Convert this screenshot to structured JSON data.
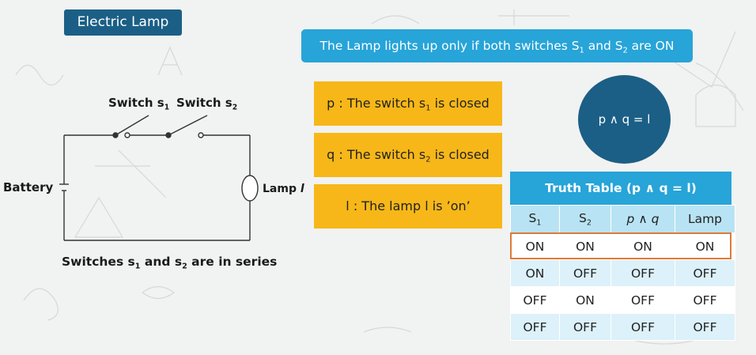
{
  "title": "Electric Lamp",
  "statement": {
    "before": "The Lamp lights up only if both switches S",
    "sub1": "1",
    "middle": " and S",
    "sub2": "2",
    "after": " are ON"
  },
  "circuit": {
    "switch1": {
      "text": "Switch s",
      "sub": "1"
    },
    "switch2": {
      "text": "Switch s",
      "sub": "2"
    },
    "battery": "Battery",
    "lamp": "Lamp",
    "lamp_symbol": "l",
    "caption": {
      "part1": "Switches s",
      "sub1": "1",
      "part2": " and s",
      "sub2": "2",
      "part3": " are in series"
    }
  },
  "propositions": {
    "p": {
      "before": "p : The switch s",
      "sub": "1",
      "after": " is closed"
    },
    "q": {
      "before": "q : The switch s",
      "sub": "2",
      "after": " is closed"
    },
    "l": {
      "text": "l : The lamp l is ’on’"
    }
  },
  "equation": "p ∧ q = l",
  "truth_table": {
    "title": "Truth Table (p ∧ q = l)",
    "headers": [
      {
        "text": "S",
        "sub": "1"
      },
      {
        "text": "S",
        "sub": "2"
      },
      {
        "text": "p ∧ q",
        "sub": ""
      },
      {
        "text": "Lamp",
        "sub": ""
      }
    ],
    "rows": [
      [
        "ON",
        "ON",
        "ON",
        "ON"
      ],
      [
        "ON",
        "OFF",
        "OFF",
        "OFF"
      ],
      [
        "OFF",
        "ON",
        "OFF",
        "OFF"
      ],
      [
        "OFF",
        "OFF",
        "OFF",
        "OFF"
      ]
    ],
    "highlighted_row": 0
  },
  "colors": {
    "dark_blue": "#1b5f86",
    "light_blue": "#27a4d8",
    "yellow": "#f7b718",
    "highlight": "#e07a38"
  }
}
